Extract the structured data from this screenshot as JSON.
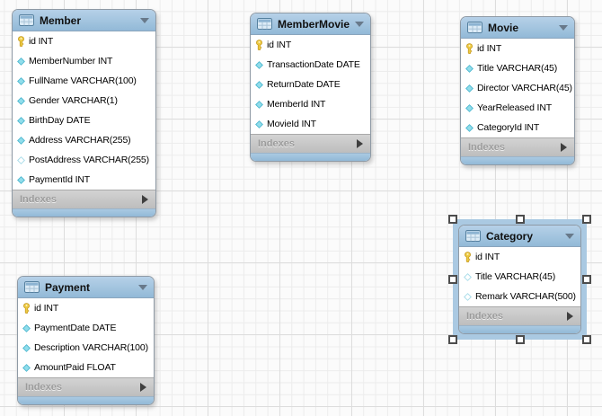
{
  "diagram": {
    "selected_table": "Category",
    "colors": {
      "table_header_blue": "#9ec3de",
      "table_body": "#ffffff",
      "indexes_bar_gray": "#c4c4c4",
      "selection_band_blue": "#aac9e2",
      "primary_key_icon_yellow": "#edca43",
      "attribute_icon_cyan": "#90ddeb",
      "canvas_background": "#fbfbfb"
    },
    "tables": [
      {
        "name": "Member",
        "footer_label": "Indexes",
        "selected": false,
        "columns": [
          {
            "icon": "primary-key",
            "text": "id INT"
          },
          {
            "icon": "column",
            "text": "MemberNumber INT"
          },
          {
            "icon": "column",
            "text": "FullName VARCHAR(100)"
          },
          {
            "icon": "column",
            "text": "Gender VARCHAR(1)"
          },
          {
            "icon": "column",
            "text": "BirthDay DATE"
          },
          {
            "icon": "column",
            "text": "Address VARCHAR(255)"
          },
          {
            "icon": "column-nullable",
            "text": "PostAddress VARCHAR(255)"
          },
          {
            "icon": "column",
            "text": "PaymentId INT"
          }
        ]
      },
      {
        "name": "MemberMovie",
        "footer_label": "Indexes",
        "selected": false,
        "columns": [
          {
            "icon": "primary-key",
            "text": "id INT"
          },
          {
            "icon": "column",
            "text": "TransactionDate DATE"
          },
          {
            "icon": "column",
            "text": "ReturnDate DATE"
          },
          {
            "icon": "column",
            "text": "MemberId INT"
          },
          {
            "icon": "column",
            "text": "MovieId INT"
          }
        ]
      },
      {
        "name": "Movie",
        "footer_label": "Indexes",
        "selected": false,
        "columns": [
          {
            "icon": "primary-key",
            "text": "id INT"
          },
          {
            "icon": "column",
            "text": "Title VARCHAR(45)"
          },
          {
            "icon": "column",
            "text": "Director VARCHAR(45)"
          },
          {
            "icon": "column",
            "text": "YearReleased INT"
          },
          {
            "icon": "column",
            "text": "CategoryId INT"
          }
        ]
      },
      {
        "name": "Category",
        "footer_label": "Indexes",
        "selected": true,
        "columns": [
          {
            "icon": "primary-key",
            "text": "id INT"
          },
          {
            "icon": "column-nullable",
            "text": "Title VARCHAR(45)"
          },
          {
            "icon": "column-nullable",
            "text": "Remark VARCHAR(500)"
          }
        ]
      },
      {
        "name": "Payment",
        "footer_label": "Indexes",
        "selected": false,
        "columns": [
          {
            "icon": "primary-key",
            "text": "id INT"
          },
          {
            "icon": "column",
            "text": "PaymentDate DATE"
          },
          {
            "icon": "column",
            "text": "Description VARCHAR(100)"
          },
          {
            "icon": "column",
            "text": "AmountPaid FLOAT"
          }
        ]
      }
    ]
  }
}
